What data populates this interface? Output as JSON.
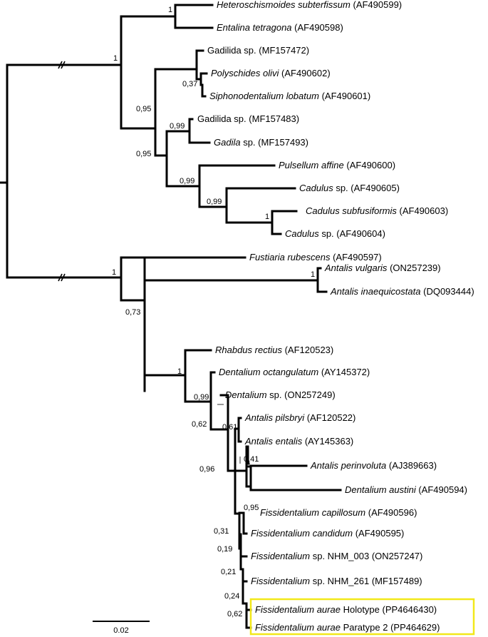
{
  "figure": {
    "scale_bar_label": "0.02",
    "highlight_color": "#f2e81a"
  },
  "tips": [
    {
      "genus": "Heteroschismoides subterfissum",
      "rest": "",
      "acc": "(AF490599)"
    },
    {
      "genus": "Entalina tetragona",
      "rest": "",
      "acc": "(AF490598)"
    },
    {
      "genus": "",
      "rest": "Gadilida sp.",
      "acc": "(MF157472)"
    },
    {
      "genus": "Polyschides olivi",
      "rest": "",
      "acc": "(AF490602)"
    },
    {
      "genus": "Siphonodentalium lobatum",
      "rest": "",
      "acc": "(AF490601)"
    },
    {
      "genus": "",
      "rest": "Gadilida sp.",
      "acc": "(MF157483)"
    },
    {
      "genus": "Gadila",
      "rest": "sp.",
      "acc": "(MF157493)"
    },
    {
      "genus": "Pulsellum affine",
      "rest": "",
      "acc": "(AF490600)"
    },
    {
      "genus": "Cadulus",
      "rest": "sp.",
      "acc": "(AF490605)"
    },
    {
      "genus": "Cadulus subfusiformis",
      "rest": "",
      "acc": "(AF490603)"
    },
    {
      "genus": "Cadulus",
      "rest": "sp.",
      "acc": "(AF490604)"
    },
    {
      "genus": "Fustiaria rubescens",
      "rest": "",
      "acc": "(AF490597)"
    },
    {
      "genus": "Antalis vulgaris",
      "rest": "",
      "acc": "(ON257239)"
    },
    {
      "genus": "Antalis inaequicostata",
      "rest": "",
      "acc": "(DQ093444)"
    },
    {
      "genus": "Rhabdus rectius",
      "rest": "",
      "acc": "(AF120523)"
    },
    {
      "genus": "Dentalium octangulatum",
      "rest": "",
      "acc": "(AY145372)"
    },
    {
      "genus": "Dentalium",
      "rest": "sp.",
      "acc": "(ON257249)"
    },
    {
      "genus": "Antalis pilsbryi",
      "rest": "",
      "acc": "(AF120522)"
    },
    {
      "genus": "Antalis entalis",
      "rest": "",
      "acc": "(AY145363)"
    },
    {
      "genus": "Antalis perinvoluta",
      "rest": "",
      "acc": "(AJ389663)"
    },
    {
      "genus": "Dentalium austini",
      "rest": "",
      "acc": "(AF490594)"
    },
    {
      "genus": "Fissidentalium capillosum",
      "rest": "",
      "acc": "(AF490596)"
    },
    {
      "genus": "Fissidentalium candidum",
      "rest": "",
      "acc": "(AF490595)"
    },
    {
      "genus": "Fissidentalium",
      "rest": "sp. NHM_003",
      "acc": "(ON257247)"
    },
    {
      "genus": "Fissidentalium",
      "rest": "sp. NHM_261",
      "acc": "(MF157489)"
    },
    {
      "genus": "Fissidentalium aurae",
      "rest": "Holotype",
      "acc": "(PP4646430)"
    },
    {
      "genus": "Fissidentalium aurae",
      "rest": "Paratype 2",
      "acc": "(PP464629)"
    }
  ],
  "supports": [
    "1",
    "1",
    "0,37",
    "0,95",
    "0,99",
    "0,95",
    "1",
    "0,99",
    "0,99",
    "1",
    "1",
    "0,73",
    "1",
    "1",
    "0,99",
    "0,62",
    "0,61",
    "0,96",
    "0,41",
    "0,95",
    "0,31",
    "0,19",
    "0,21",
    "0,24",
    "0,62"
  ]
}
